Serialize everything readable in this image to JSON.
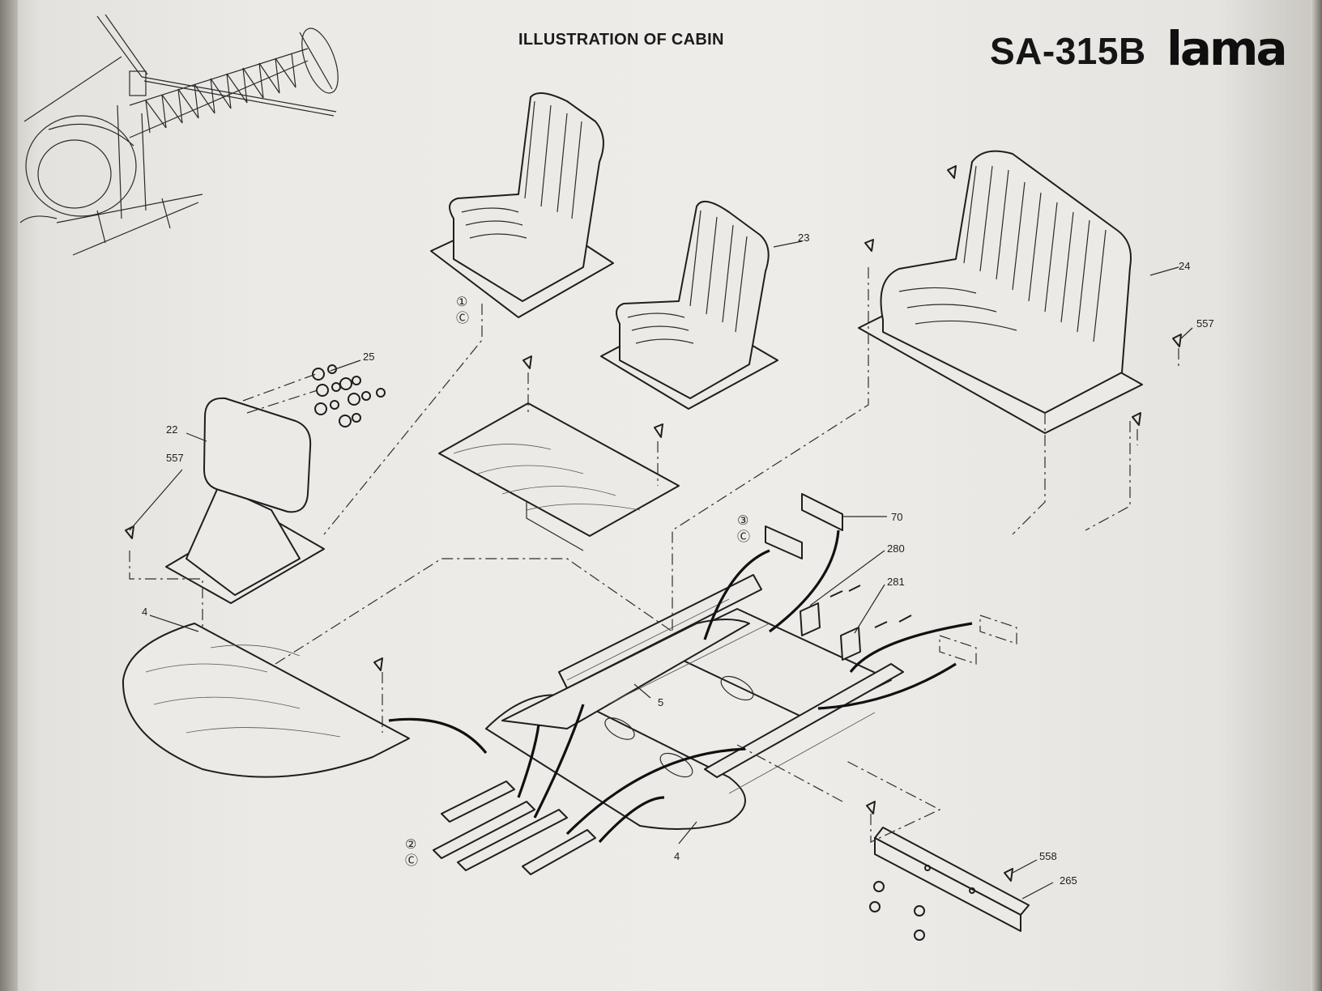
{
  "page": {
    "title": "ILLUSTRATION OF CABIN",
    "model": "SA-315B",
    "brand": "lama"
  },
  "callouts": {
    "p4_floor": "4",
    "p4_lower": "4",
    "p5": "5",
    "p22": "22",
    "p23": "23",
    "p24": "24",
    "p25": "25",
    "p70": "70",
    "p265": "265",
    "p280": "280",
    "p281": "281",
    "p557_left": "557",
    "p557_right": "557",
    "p558": "558"
  },
  "steps": {
    "step1": "①",
    "step1_c": "Ⓒ",
    "step2": "②",
    "step2_c": "Ⓒ",
    "step3": "③",
    "step3_c": "Ⓒ"
  }
}
